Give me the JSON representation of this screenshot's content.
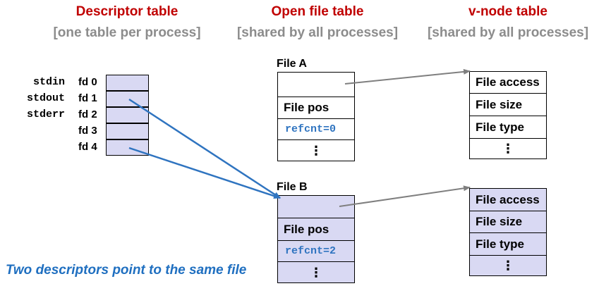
{
  "headers": {
    "descriptor": {
      "title": "Descriptor table",
      "subtitle": "[one table per process]"
    },
    "open_file": {
      "title": "Open file table",
      "subtitle": "[shared by all processes]"
    },
    "vnode": {
      "title": "v-node table",
      "subtitle": "[shared by all processes]"
    }
  },
  "descriptor_table": {
    "std_labels": [
      "stdin",
      "stdout",
      "stderr"
    ],
    "fd_labels": [
      "fd 0",
      "fd 1",
      "fd 2",
      "fd 3",
      "fd 4"
    ]
  },
  "file_a": {
    "name": "File A",
    "rows": [
      "",
      "File pos",
      "refcnt=0",
      "⋮"
    ]
  },
  "file_b": {
    "name": "File B",
    "rows": [
      "",
      "File pos",
      "refcnt=2",
      "⋮"
    ]
  },
  "vnode_a": {
    "rows": [
      "File access",
      "File size",
      "File type",
      "⋮"
    ]
  },
  "vnode_b": {
    "rows": [
      "File access",
      "File size",
      "File type",
      "⋮"
    ]
  },
  "caption": "Two descriptors point to the same file",
  "colors": {
    "title": "#c00000",
    "subtitle": "#8c8c8c",
    "cell_fill": "#d9d9f3",
    "arrow_blue": "#2f74c0",
    "arrow_gray": "#7f7f7f",
    "caption": "#1f6fc0"
  }
}
